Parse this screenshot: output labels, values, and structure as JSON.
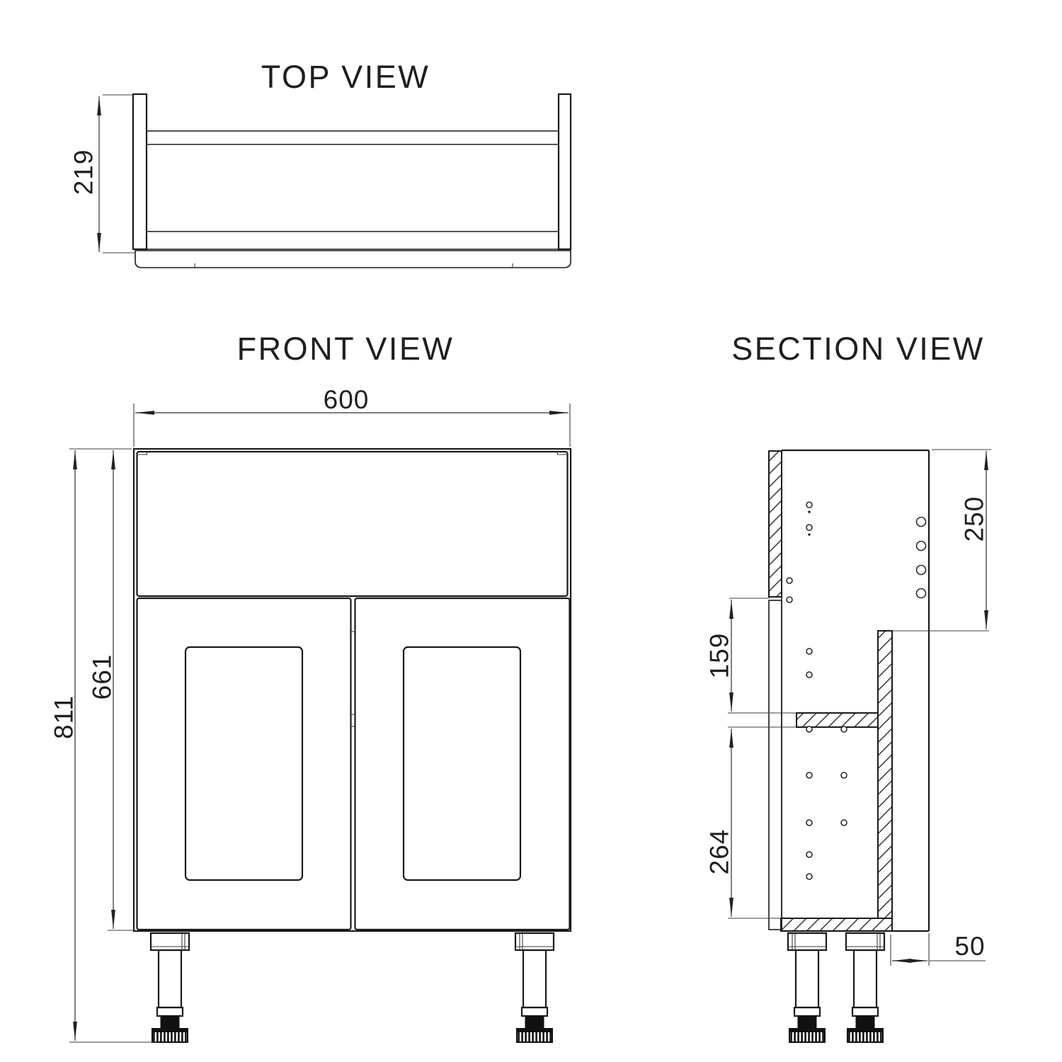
{
  "views": {
    "top": {
      "title": "TOP VIEW",
      "dims": {
        "depth": "219"
      }
    },
    "front": {
      "title": "FRONT VIEW",
      "dims": {
        "width": "600",
        "overall_height": "811",
        "carcass_height": "661"
      }
    },
    "section": {
      "title": "SECTION VIEW",
      "dims": {
        "top_recess": "250",
        "mid_gap": "159",
        "lower_span": "264",
        "front_inset": "50"
      }
    }
  }
}
